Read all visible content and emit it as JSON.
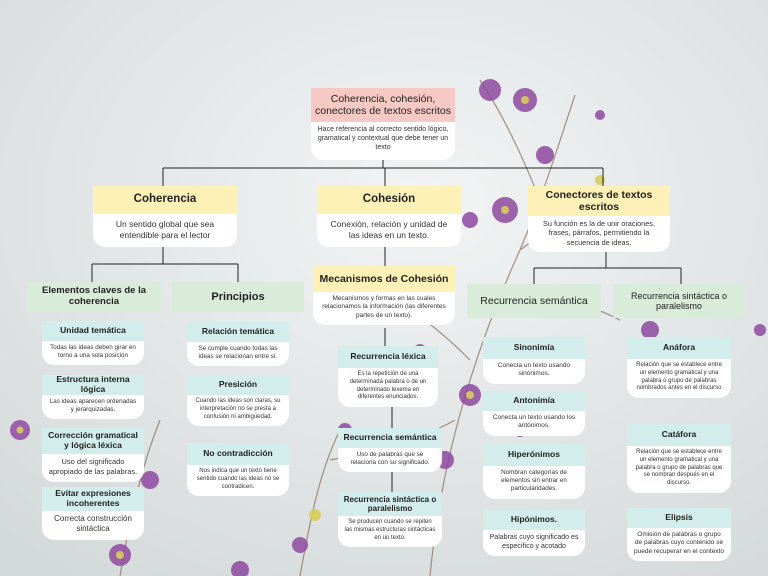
{
  "root": {
    "title": "Coherencia, cohesión, conectores de textos escritos",
    "desc": "Hace referencia al correcto sentido lógico, gramatical y contextual que debe tener un texto"
  },
  "coherencia": {
    "title": "Coherencia",
    "desc": "Un sentido global que sea entendible para el lector",
    "elementos": {
      "title": "Elementos claves de la coherencia",
      "items": [
        {
          "title": "Unidad temática",
          "desc": "Todas las ideas deben girar en torno a una sola posición"
        },
        {
          "title": "Estructura interna lógica",
          "desc": "Las ideas aparecen ordenadas y jerarquizadas."
        },
        {
          "title": "Corrección gramatical y lógica léxica",
          "desc": "Uso del significado apropiado de las palabras."
        },
        {
          "title": "Evitar expresiones incoherentes",
          "desc": "Correcta construcción sintáctica"
        }
      ]
    },
    "principios": {
      "title": "Principios",
      "items": [
        {
          "title": "Relación temática",
          "desc": "Se cumple cuando todas las ideas se relacionan entre sí."
        },
        {
          "title": "Presición",
          "desc": "Cuando las ideas son claras, su interpretación no se presta a confusión ni ambigüedad."
        },
        {
          "title": "No contradicción",
          "desc": "Nos indica que un texto tiene sentido cuando las ideas no se contradicen."
        }
      ]
    }
  },
  "cohesion": {
    "title": "Cohesión",
    "desc": "Conexión, relación y unidad de las ideas en un texto.",
    "mecanismos": {
      "title": "Mecanismos de Cohesión",
      "desc": "Mecanismos y formas en las cuales relacionamos la información (las diferentes partes de un texto).",
      "items": [
        {
          "title": "Recurrencia léxica",
          "desc": "Es la repetición de una determinada palabra o de un determinado lexema en diferentes enunciados."
        },
        {
          "title": "Recurrencia semántica",
          "desc": "Uso de palabras que se relaciona con su significado."
        },
        {
          "title": "Recurrencia sintáctica o paralelismo",
          "desc": "Se producen cuando se repiten las mismas estructuras sintácticas en un texto."
        }
      ]
    }
  },
  "conectores": {
    "title": "Conectores de textos escritos",
    "desc": "Su función es la de unir oraciones, frases, párrafos, permitiendo la secuencia de ideas.",
    "semantica": {
      "title": "Recurrencia semántica",
      "items": [
        {
          "title": "Sinonimía",
          "desc": "Conecta un texto usando sinónimos."
        },
        {
          "title": "Antonimía",
          "desc": "Conecta un texto usando los antónimos."
        },
        {
          "title": "Hiperónimos",
          "desc": "Nombran categorías de elementos sin entrar en particularidades."
        },
        {
          "title": "Hipónimos.",
          "desc": "Palabras cuyo significado es específico y acotado"
        }
      ]
    },
    "sintactica": {
      "title": "Recurrencia sintáctica o paralelismo",
      "items": [
        {
          "title": "Anáfora",
          "desc": "Relación que se establece entre un elemento gramatical y una palabra o grupo de palabras nombrados antes en el discurso"
        },
        {
          "title": "Catáfora",
          "desc": "Relación que se establece entre un elemento gramatical y una palabra o grupo de palabras que se nombran después en el discurso."
        },
        {
          "title": "Elipsis",
          "desc": "Omisión de palabras o grupo de palabras cuyo contenido se puede recuperar en el contexto"
        }
      ]
    }
  },
  "colors": {
    "root_header": "#f7c9c4",
    "level1_header": "#fdf1b8",
    "level2_header": "#d9ecd9",
    "item_header": "#d3ecec",
    "connector": "#222222"
  }
}
